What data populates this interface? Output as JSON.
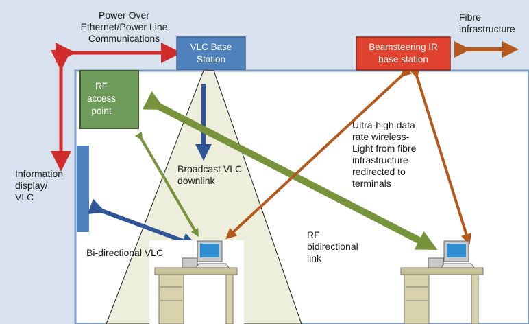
{
  "colors": {
    "outer_background": "#d7e2ee",
    "room_background": "#ffffff",
    "vlc_box": "#4f81bd",
    "rf_box": "#6e9a5a",
    "ir_box": "#e0432f",
    "green_link": "#77933c",
    "brown_link": "#b4581c",
    "blue_link": "#2f5597",
    "red_line": "#d02c2c",
    "light_cone": "#eeeedd"
  },
  "labels": {
    "power_over": "Power Over\nEthernet/Power Line\nCommunications",
    "fibre": "Fibre\ninfrastructure",
    "information_display": "Information\ndisplay/\nVLC",
    "broadcast": "Broadcast VLC\ndownlink",
    "ultra_high": "Ultra-high data\nrate wireless-\nLight from fibre\ninfrastructure\nredirected to\nterminals",
    "rf_bidirectional": "RF\nbidirectional\nlink",
    "bi_directional_vlc": "Bi-directional VLC"
  },
  "boxes": {
    "vlc_base_station": "VLC Base\nStation",
    "rf_access_point": "RF access\npoint",
    "beamsteering_ir": "Beamsteering IR\nbase station"
  },
  "icons": {
    "terminal_left": "computer-desk-icon",
    "terminal_right": "computer-desk-icon"
  }
}
